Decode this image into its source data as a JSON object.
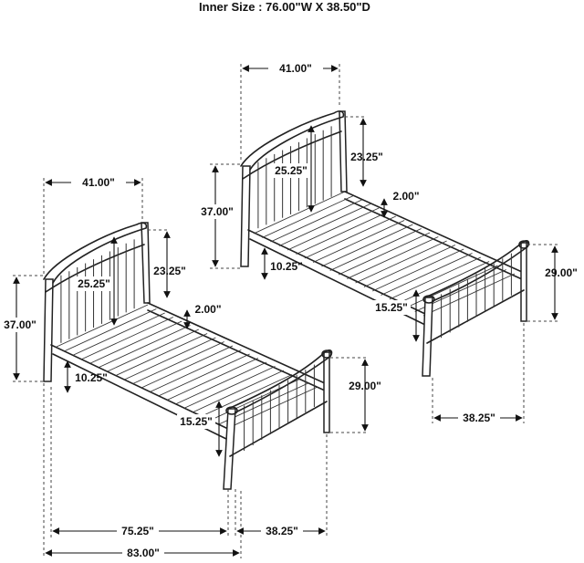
{
  "title": "Inner Size : 76.00\"W X  38.50\"D",
  "bed_left": {
    "headboard_width": "41.00\"",
    "total_height": "37.00\"",
    "headboard_panel": "25.25\"",
    "headboard_upper": "23.25\"",
    "slat_gap": "2.00\"",
    "leg_height": "10.25\"",
    "footboard_height": "29.00\"",
    "footboard_panel": "15.25\"",
    "inner_length": "75.25\"",
    "footboard_depth": "38.25\"",
    "overall_length": "83.00\""
  },
  "bed_right": {
    "headboard_width": "41.00\"",
    "total_height": "37.00\"",
    "headboard_panel": "25.25\"",
    "headboard_upper": "23.25\"",
    "slat_gap": "2.00\"",
    "leg_height": "10.25\"",
    "footboard_height": "29.00\"",
    "footboard_panel": "15.25\"",
    "footboard_depth": "38.25\""
  }
}
